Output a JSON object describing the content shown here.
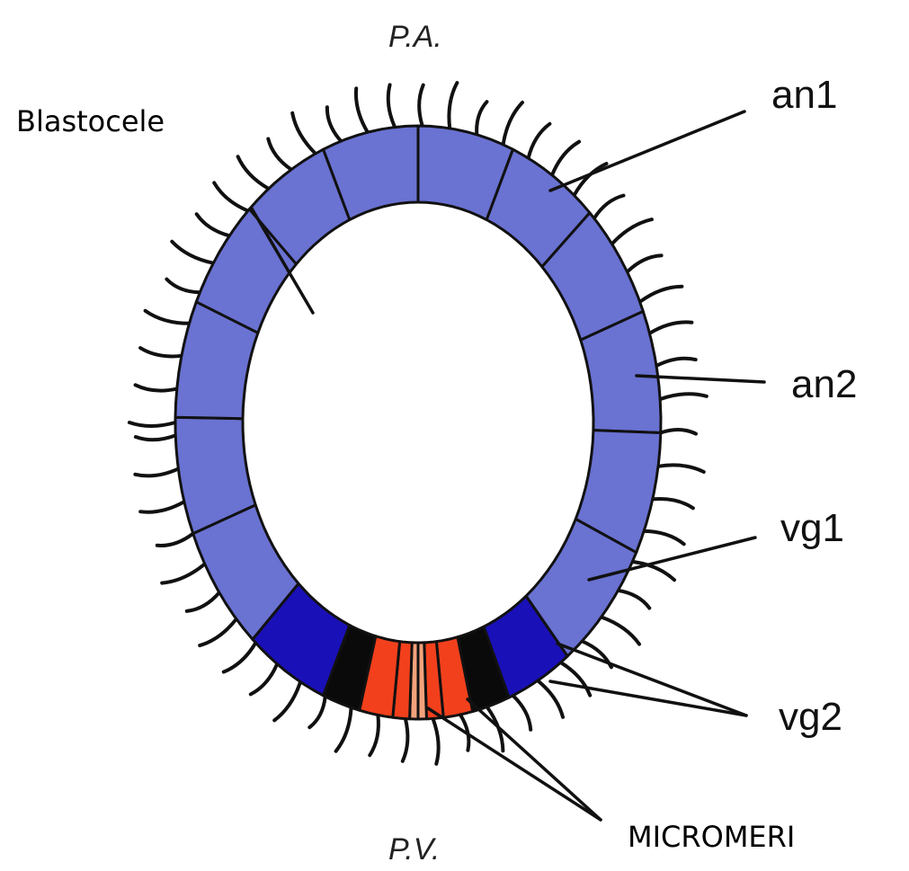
{
  "labels": {
    "animal_pole": "P.A.",
    "vegetal_pole": "P.V.",
    "blastocoel": "Blastocele",
    "an1": "an1",
    "an2": "an2",
    "vg1": "vg1",
    "vg2": "vg2",
    "micromeres": "MICROMERI"
  },
  "colors": {
    "an": "#6A72D2",
    "vg1": "#1A10B8",
    "vg2_black": "#0A0A0A",
    "large_micromere": "#F2401C",
    "small_micromere": "#F3A27C",
    "outline": "#111111",
    "background": "#FFFFFF"
  }
}
